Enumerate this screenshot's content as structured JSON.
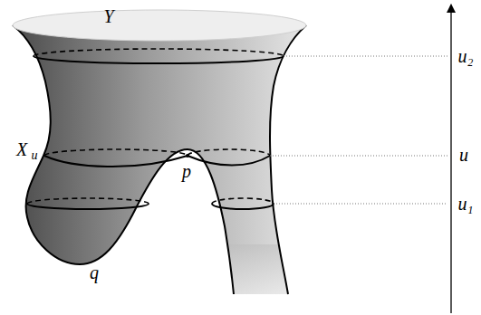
{
  "diagram": {
    "labels": [
      "Y",
      "X",
      "u",
      "p",
      "q",
      "u₂",
      "u",
      "u₁"
    ]
  }
}
